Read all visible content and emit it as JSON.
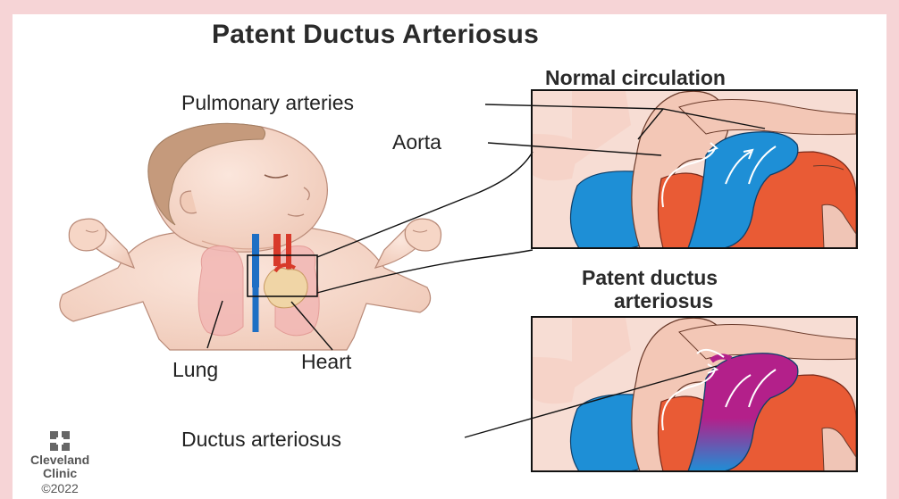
{
  "title": "Patent Ductus Arteriosus",
  "panels": {
    "normal": {
      "heading": "Normal circulation"
    },
    "patent": {
      "heading_line1": "Patent ductus",
      "heading_line2": "arteriosus"
    }
  },
  "labels": {
    "pulmonary_arteries": "Pulmonary arteries",
    "aorta": "Aorta",
    "lung": "Lung",
    "heart": "Heart",
    "ductus_arteriosus": "Ductus arteriosus"
  },
  "brand": {
    "name_line1": "Cleveland",
    "name_line2": "Clinic",
    "copyright": "©2022",
    "logo_icon": "cleveland-clinic-logo-icon"
  },
  "colors": {
    "background": "#f6d4d6",
    "oxygenated_blood": "#e95b35",
    "deoxygenated_blood": "#1e8fd6",
    "mixed_blood": "#b3208a",
    "vessel_tissue": "#f3c7b6"
  }
}
